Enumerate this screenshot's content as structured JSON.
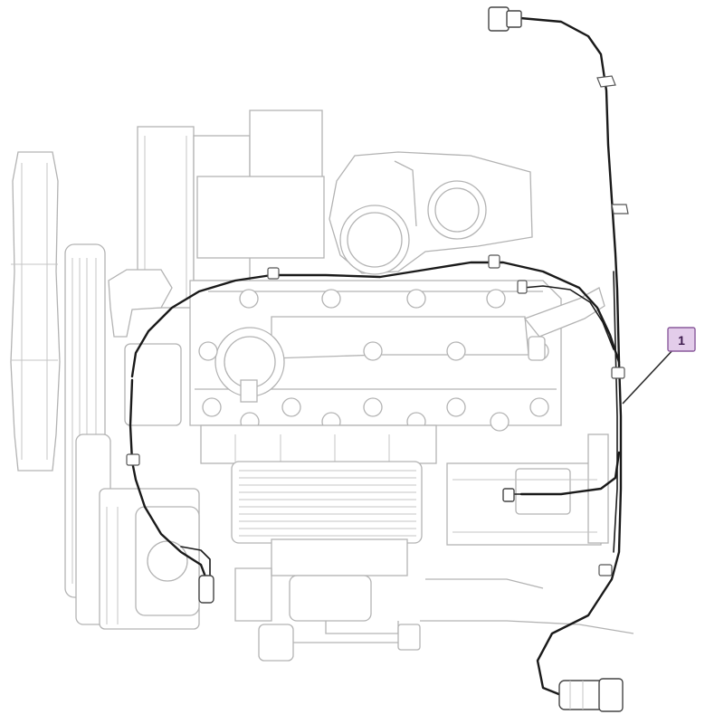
{
  "diagram": {
    "callouts": [
      {
        "label": "1"
      }
    ],
    "colors": {
      "engine_outline": "#b3b3b3",
      "harness": "#1a1a1a",
      "callout_fill": "#e3cdea",
      "callout_border": "#8a5a9c"
    },
    "icons": [
      "engine-outline",
      "wiring-harness",
      "connector-plug",
      "harness-clip",
      "callout-leader"
    ]
  }
}
